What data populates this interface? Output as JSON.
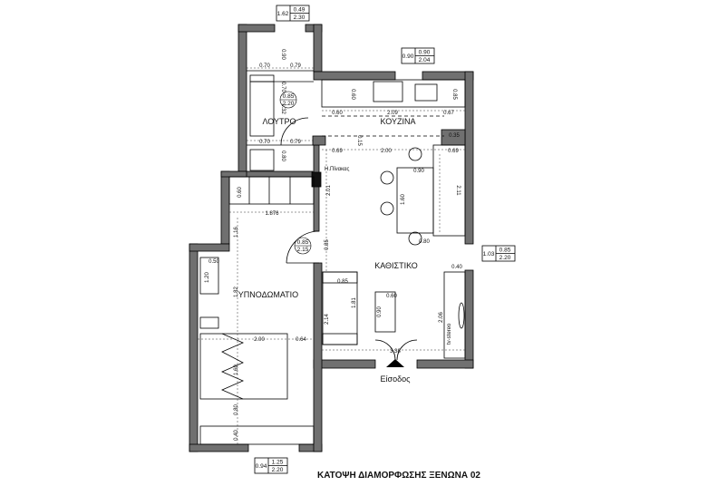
{
  "title": "ΚΑΤΟΨΗ ΔΙΑΜΟΡΦΩΣΗΣ ΞΕΝΩΝΑ 02",
  "rooms": {
    "bathroom": "ΛΟΥΤΡΟ",
    "kitchen": "ΚΟΥΖΙΝΑ",
    "living": "ΚΑΘΙΣΤΙΚΟ",
    "bedroom": "ΥΠΝΟΔΩΜΑΤΙΟ",
    "entrance": "Είσοδος",
    "panel": "Η.Πίνακας",
    "tv": "tv-stereo"
  },
  "windows": {
    "top_bath": {
      "sill": "1.62",
      "w": "0.49",
      "h": "2.30"
    },
    "kitchen": {
      "sill": "0.90",
      "w": "0.90",
      "h": "2.04"
    },
    "right": {
      "sill": "1.03",
      "w": "0.85",
      "h": "2.20"
    },
    "bottom": {
      "sill": "0.94",
      "w": "1.25",
      "h": "2.20"
    }
  },
  "doors": {
    "bath": {
      "w": "0.85",
      "h": "2.20"
    },
    "bedroom": {
      "w": "0.85",
      "h": "2.15"
    }
  },
  "dims": {
    "d070a": "0.70",
    "d079a": "0.79",
    "d090": "0.90",
    "d070b": "0.70",
    "d132": "1.32",
    "d070c": "0.70",
    "d079b": "0.79",
    "d080a": "0.80",
    "d060a": "0.60",
    "d209": "2.09",
    "d067": "0.67",
    "d060b": "0.60",
    "d085k": "0.85",
    "d015": "0.15",
    "d035": "0.35",
    "d069a": "0.69",
    "d200a": "2.00",
    "d069b": "0.69",
    "d060c": "0.60",
    "d201": "2.01",
    "d1876": "1.876",
    "d116": "1.16",
    "d090t": "0.90",
    "d160t": "1.60",
    "d211": "2.11",
    "d080t": "0.80",
    "d050": "0.50",
    "d120": "1.20",
    "d182": "1.82",
    "d085s": "0.85",
    "d181": "1.81",
    "d060s": "0.60",
    "d090s": "0.90",
    "d040": "0.40",
    "d206": "2.06",
    "d085l": "0.85",
    "d214": "2.14",
    "d200b": "2.00",
    "d064": "0.64",
    "d160b": "1.60",
    "d080b": "0.80",
    "d040b": "0.40",
    "d338": "3.38"
  },
  "colors": {
    "wall": "#707070",
    "line": "#000000",
    "background": "#ffffff"
  }
}
